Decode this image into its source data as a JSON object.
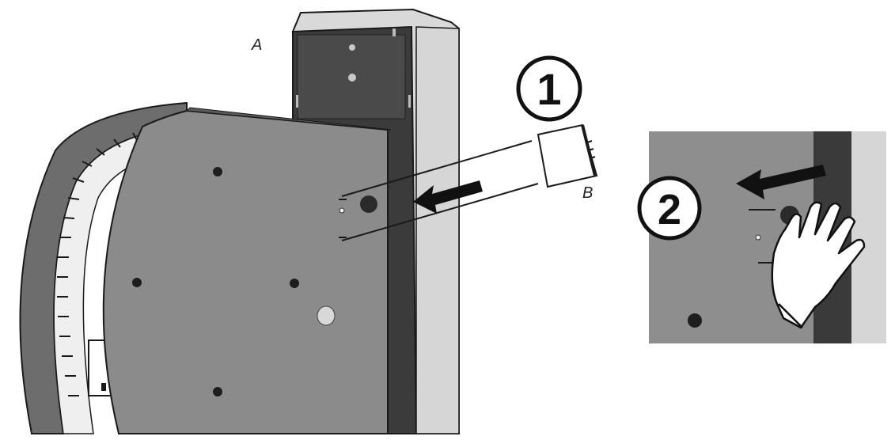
{
  "labels": {
    "a": "A",
    "b": "B"
  },
  "steps": {
    "one": "1",
    "two": "2"
  },
  "colors": {
    "panel": "#8c8c8c",
    "panel_dark": "#6f6f6f",
    "post_front": "#3a3a3a",
    "post_side": "#d6d6d6",
    "outline": "#1a1a1a"
  },
  "icons": {
    "arrow": "arrow-left-icon",
    "hand": "hand-icon"
  }
}
